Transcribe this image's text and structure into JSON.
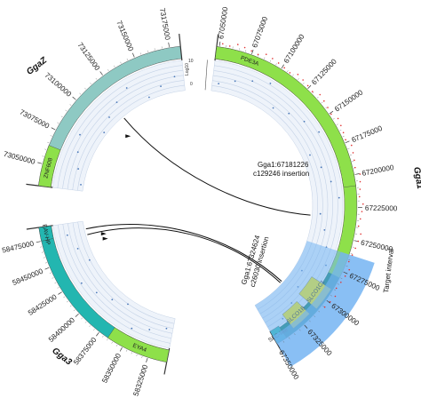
{
  "chromosomes": [
    {
      "id": "gga1",
      "name": "Gga1",
      "ticks": [
        "67050000",
        "67075000",
        "67100000",
        "67125000",
        "67150000",
        "67175000",
        "67200000",
        "67225000",
        "67250000",
        "67275000",
        "67300000",
        "67325000",
        "67350000"
      ],
      "color": "#8ee04a"
    },
    {
      "id": "ggaz",
      "name": "GgaZ",
      "ticks": [
        "73175000",
        "73150000",
        "73125000",
        "73100000",
        "73075000",
        "73050000"
      ],
      "color": "#8ec9c3"
    },
    {
      "id": "gga3",
      "name": "Gga3",
      "ticks": [
        "58475000",
        "58450000",
        "58425000",
        "58400000",
        "58375000",
        "58350000",
        "58325000"
      ],
      "color": "#23b6b0"
    }
  ],
  "genes": [
    {
      "label": "PDE3A",
      "color": "#8ee04a"
    },
    {
      "label": "ZNF608",
      "color": "#8ee04a"
    },
    {
      "label": "EYA4",
      "color": "#8ee04a"
    },
    {
      "label": "EAV-HP",
      "color": "#23b6b0"
    },
    {
      "label": "SLC-like",
      "color": "#23b6b0"
    },
    {
      "label": "SLCO1B",
      "color": "#ffee00"
    },
    {
      "label": "SLCO1C1",
      "color": "#ffee00"
    }
  ],
  "scale": {
    "max": "10",
    "zero": "0",
    "unit": "Log10"
  },
  "annotations": [
    {
      "line1": "Gga1:67181226",
      "line2": "c129246 insertion"
    },
    {
      "line1": "Gga1:67324624",
      "line2": "c26030 insertion"
    }
  ],
  "target_interval": {
    "label": "Target interval",
    "color": "#74b4f2"
  },
  "colors": {
    "track_bg": "#eef3fa",
    "track_lines": "#c4d2e6",
    "link": "#111111",
    "dot": "#e03030"
  }
}
